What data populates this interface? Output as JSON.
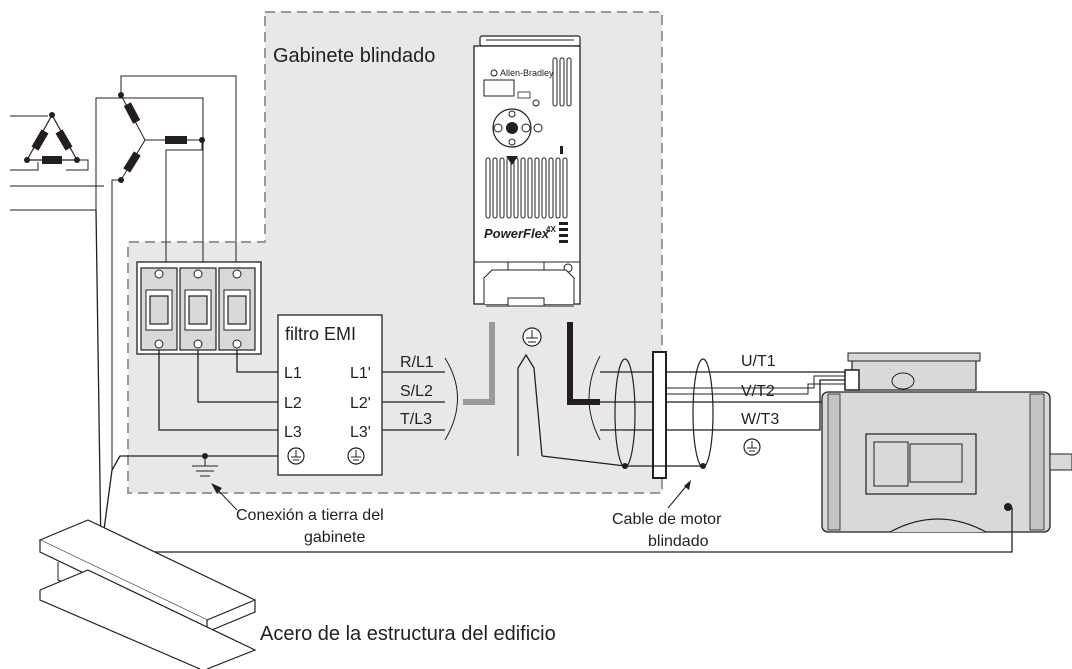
{
  "labels": {
    "enclosure": "Gabinete blindado",
    "emi_filter": "filtro EMI",
    "enclosure_ground_line1": "Conexión a tierra del",
    "enclosure_ground_line2": "gabinete",
    "motor_cable_line1": "Cable de motor",
    "motor_cable_line2": "blindado",
    "building_steel": "Acero de la estructura del edificio"
  },
  "filter_terminals": {
    "inputs": [
      "L1",
      "L2",
      "L3"
    ],
    "outputs": [
      "L1'",
      "L2'",
      "L3'"
    ]
  },
  "drive_inputs": [
    "R/L1",
    "S/L2",
    "T/L3"
  ],
  "motor_outputs": [
    "U/T1",
    "V/T2",
    "W/T3"
  ],
  "drive": {
    "brand": "Allen-Bradley",
    "model": "PowerFlex",
    "model_suffix": "4X"
  },
  "colors": {
    "enclosure_fill": "#e8e8e8",
    "enclosure_border": "#9a9a9a",
    "ink": "#231f20"
  }
}
